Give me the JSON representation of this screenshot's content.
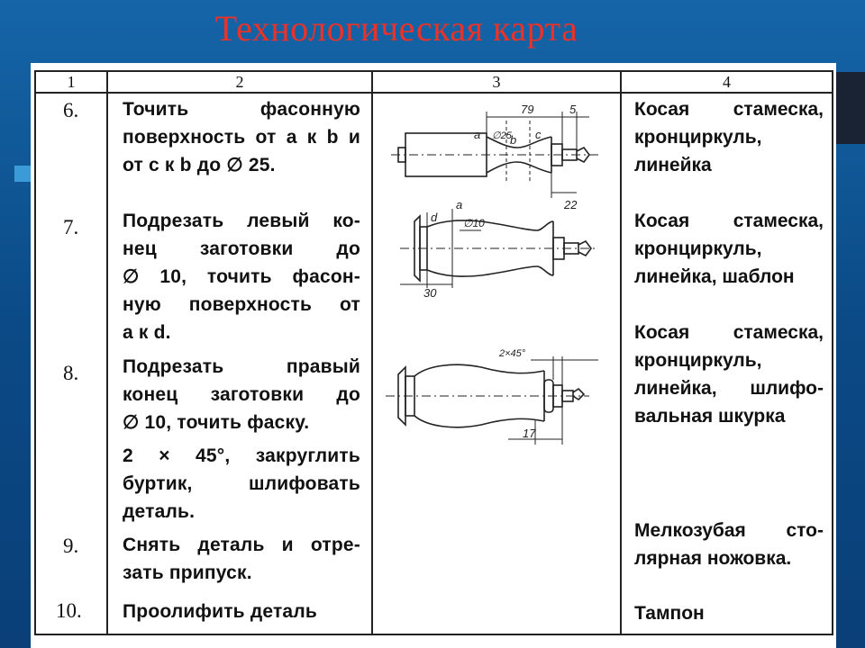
{
  "title": "Технологическая карта",
  "columns": [
    "1",
    "2",
    "3",
    "4"
  ],
  "rows": [
    {
      "num": "6.",
      "operation": [
        "Точить фасонную",
        "поверхность от a к b и",
        "от c к b до ∅ 25."
      ],
      "tools": [
        "Косая стамеска,",
        "кронциркуль,",
        "линейка"
      ],
      "dims": [
        "79",
        "5",
        "a",
        "∅25",
        "b",
        "c",
        "22"
      ]
    },
    {
      "num": "7.",
      "operation": [
        "Подрезать левый ко-",
        "нец заготовки до",
        "∅ 10, точить фасон-",
        "ную поверхность от",
        "a к d."
      ],
      "tools": [
        "Косая стамеска,",
        "кронциркуль,",
        "линейка, шаблон"
      ],
      "dims": [
        "d",
        "a",
        "∅10",
        "30"
      ]
    },
    {
      "num": "8.",
      "operation": [
        "Подрезать правый",
        "конец заготовки до",
        "∅ 10, точить фаску.",
        "2 × 45°, закруглить",
        "буртик, шлифовать",
        "деталь."
      ],
      "tools": [
        "Косая стамеска,",
        "кронциркуль,",
        "линейка, шлифо-",
        "вальная шкурка"
      ],
      "dims": [
        "2×45°",
        "17"
      ]
    },
    {
      "num": "9.",
      "operation": [
        "Снять деталь и отре-",
        "зать припуск."
      ],
      "tools": [
        "Мелкозубая сто-",
        "лярная ножовка."
      ]
    },
    {
      "num": "10.",
      "operation": [
        "Проолифить деталь"
      ],
      "tools": [
        "Тампон"
      ]
    }
  ]
}
